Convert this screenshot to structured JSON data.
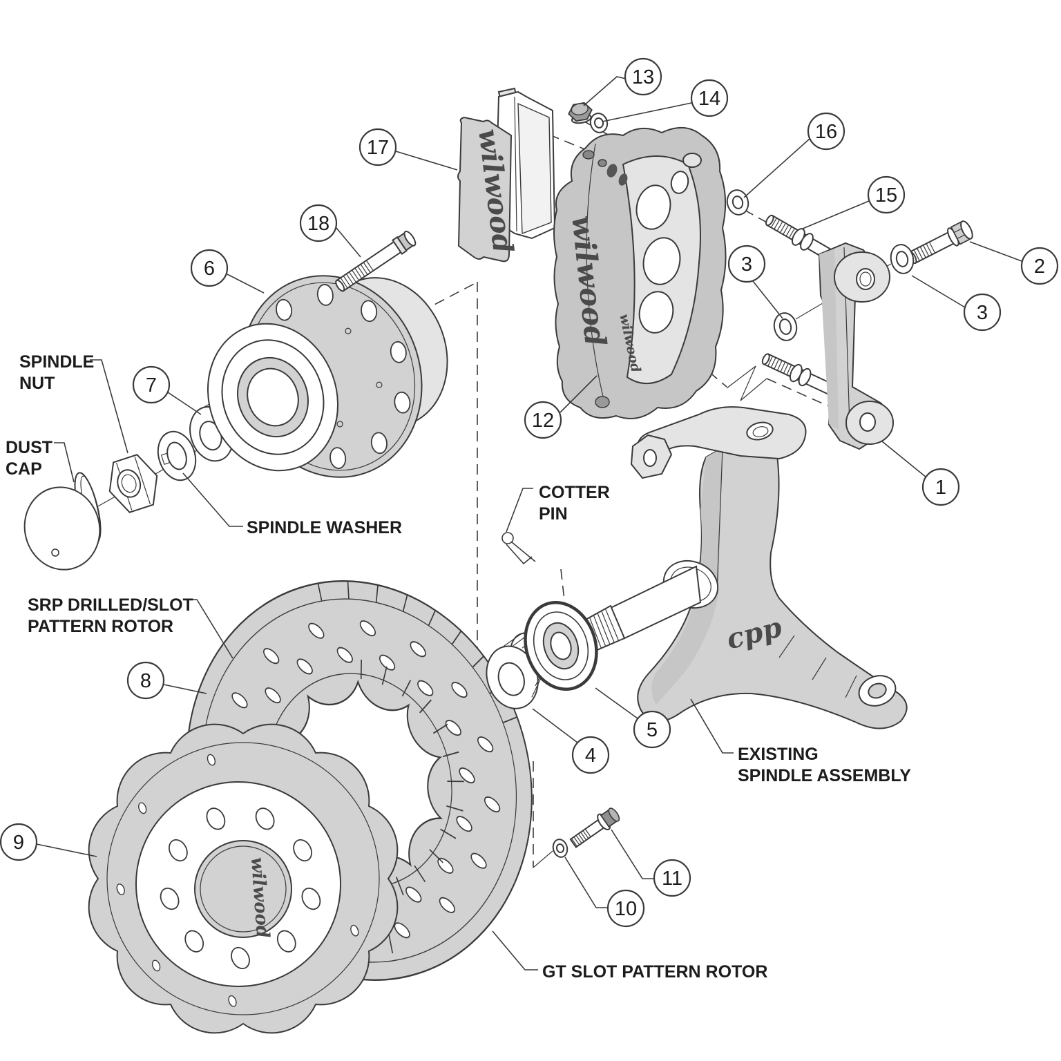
{
  "diagram": {
    "labels": {
      "spindle_nut": [
        "SPINDLE",
        "NUT"
      ],
      "dust_cap": [
        "DUST",
        "CAP"
      ],
      "spindle_washer": "SPINDLE WASHER",
      "srp_rotor": [
        "SRP DRILLED/SLOT",
        "PATTERN ROTOR"
      ],
      "cotter_pin": [
        "COTTER",
        "PIN"
      ],
      "existing_spindle": [
        "EXISTING",
        "SPINDLE ASSEMBLY"
      ],
      "gt_rotor": "GT SLOT PATTERN ROTOR"
    },
    "callouts": {
      "c1": "1",
      "c2": "2",
      "c3a": "3",
      "c3b": "3",
      "c4": "4",
      "c5": "5",
      "c6": "6",
      "c7": "7",
      "c8": "8",
      "c9": "9",
      "c10": "10",
      "c11": "11",
      "c12": "12",
      "c13": "13",
      "c14": "14",
      "c15": "15",
      "c16": "16",
      "c17": "17",
      "c18": "18"
    },
    "brand": {
      "caliper": "wilwood",
      "pad": "wilwood",
      "rotor_hat": "wilwood",
      "spindle": "cpp"
    },
    "colors": {
      "line": "#3a3a3a",
      "shade": "#d2d2d2",
      "shade_dark": "#c6c6c6",
      "shade_light": "#e4e4e4",
      "text": "#1c1c1c",
      "white": "#ffffff"
    }
  }
}
